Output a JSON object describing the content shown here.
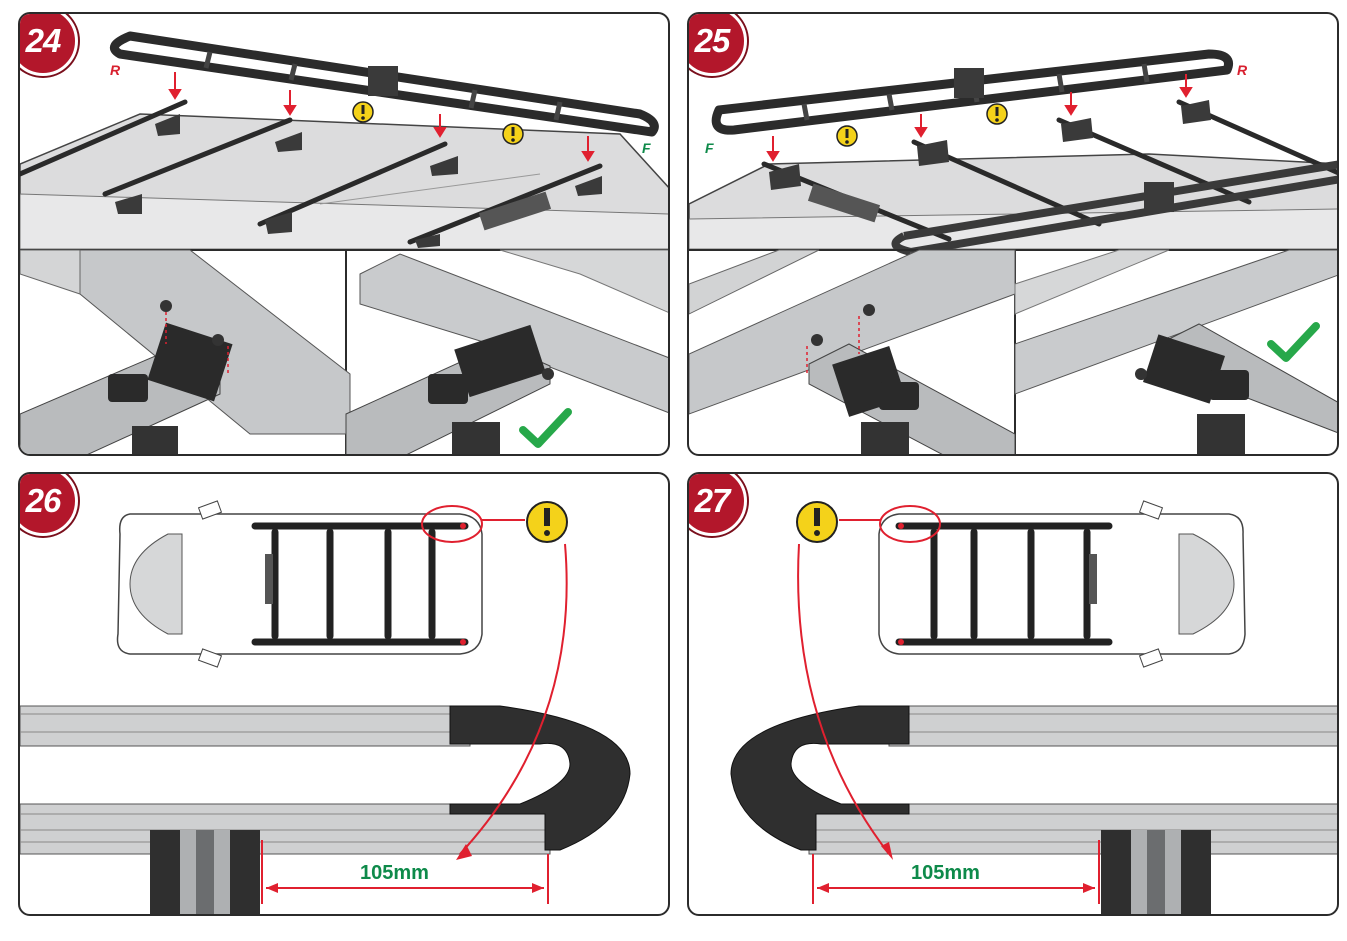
{
  "steps": [
    {
      "number": "24",
      "rear_label": "R",
      "front_label": "F"
    },
    {
      "number": "25",
      "rear_label": "R",
      "front_label": "F"
    },
    {
      "number": "26",
      "measurement": "105mm"
    },
    {
      "number": "27",
      "measurement": "105mm"
    }
  ],
  "colors": {
    "badge": "#b3172b",
    "arrow": "#e0202f",
    "warning": "#f4d21a",
    "check": "#27a84a",
    "measure_text": "#0e8a4a",
    "roof": "#d9dadb",
    "rail": "#c9cbcd",
    "rack": "#2c2c2c"
  },
  "icons": [
    "warning-icon",
    "checkmark-icon",
    "arrow-down-icon"
  ]
}
